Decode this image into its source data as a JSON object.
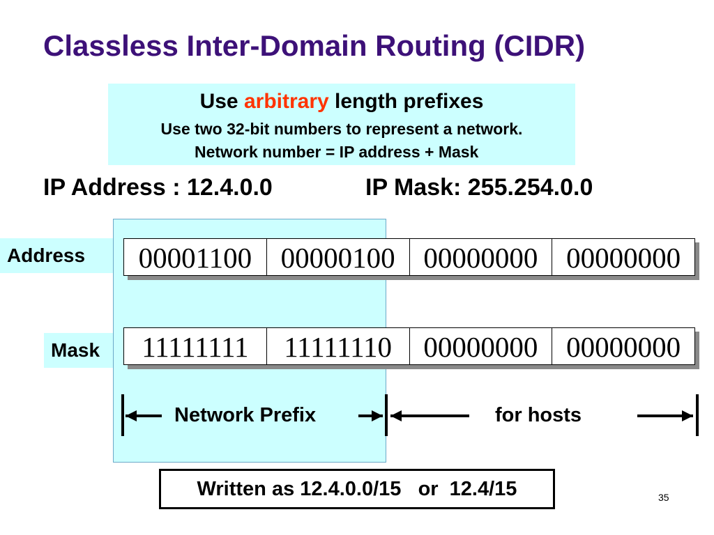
{
  "slide": {
    "title": "Classless Inter-Domain Routing (CIDR)",
    "page_number": "35"
  },
  "info_box": {
    "line1_prefix": "Use ",
    "line1_accent": "arbitrary",
    "line1_suffix": " length prefixes",
    "line2": "Use two 32-bit numbers to represent a network.",
    "line3": "Network number = IP address + Mask",
    "accent_color": "#ff3300"
  },
  "ip_line": {
    "address": "IP Address : 12.4.0.0",
    "mask": "IP  Mask: 255.254.0.0"
  },
  "address_row": {
    "label": "Address",
    "octets": [
      "00001100",
      "00000100",
      "00000000",
      "00000000"
    ]
  },
  "mask_row": {
    "label": "Mask",
    "octets": [
      "11111111",
      "11111110",
      "00000000",
      "00000000"
    ]
  },
  "partition": {
    "network_label": "Network Prefix",
    "hosts_label": "for hosts",
    "prefix_length_bits": 15,
    "total_bits": 32
  },
  "footer": {
    "written_as": "Written as 12.4.0.0/15   or  12.4/15"
  },
  "colors": {
    "title": "#3d1178",
    "highlight": "#ccffff"
  }
}
